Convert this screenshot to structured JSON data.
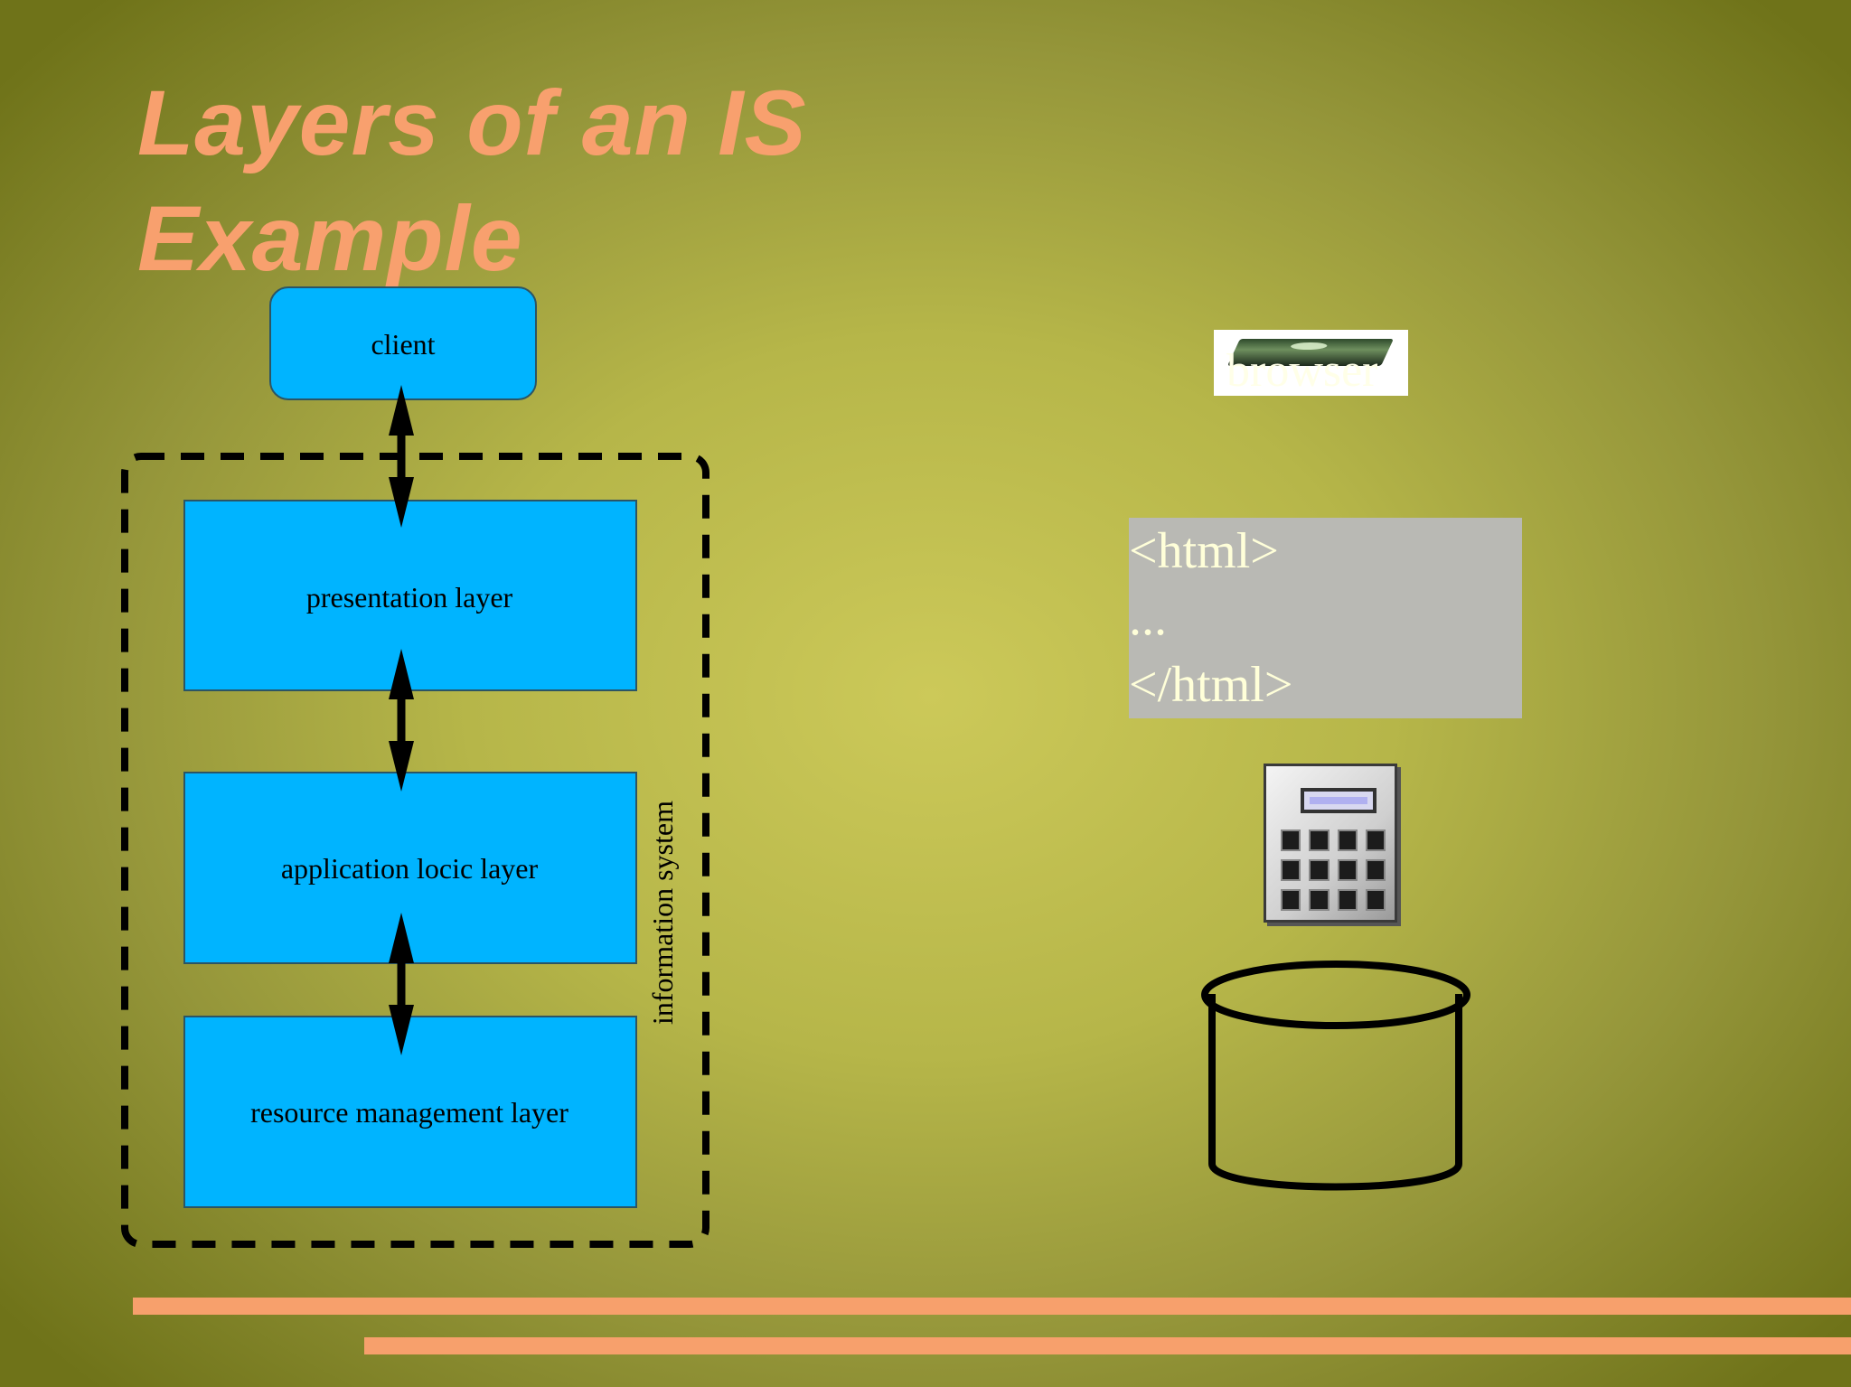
{
  "slide": {
    "title_line1": "Layers of an IS",
    "title_line2": "Example"
  },
  "diagram": {
    "client": "client",
    "presentation": "presentation layer",
    "application": "application locic layer",
    "resource": "resource management layer",
    "system_label": "information system"
  },
  "right_panel": {
    "browser_label": "browser",
    "html_lines": [
      "<html>",
      "...",
      "</html>"
    ]
  },
  "colors": {
    "title": "#f8a06e",
    "box_fill": "#00b4ff",
    "stripe": "#f7a06c"
  }
}
